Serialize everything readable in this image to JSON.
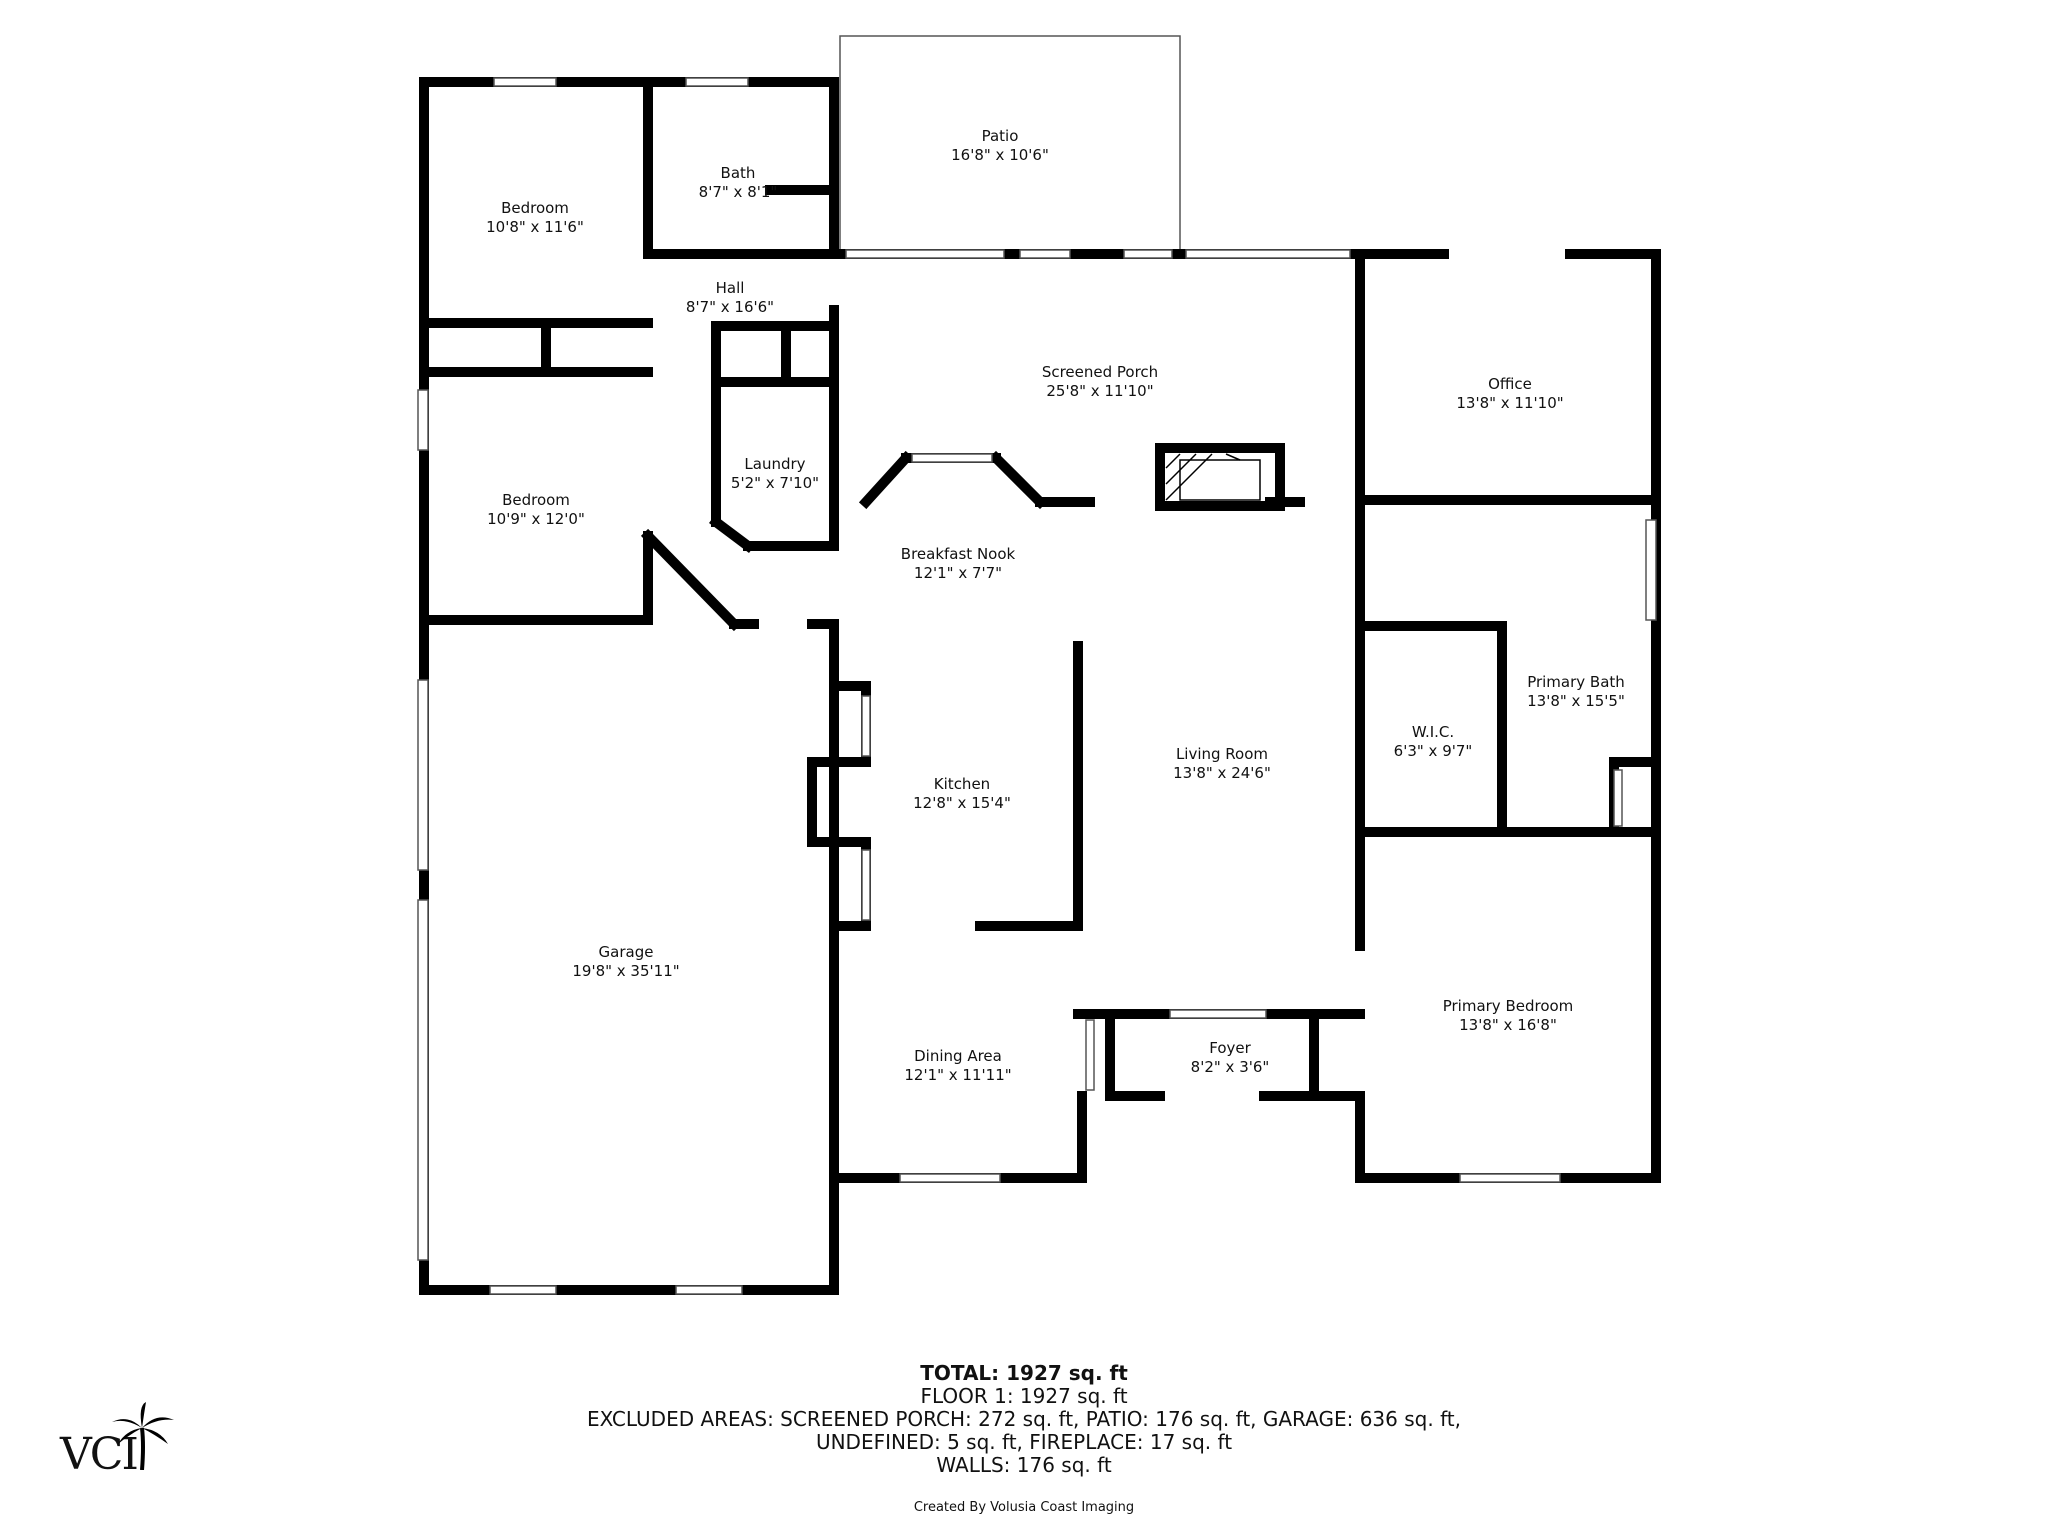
{
  "rooms": [
    {
      "id": "bedroom1",
      "name": "Bedroom",
      "dims": "10'8\" x 11'6\""
    },
    {
      "id": "bath",
      "name": "Bath",
      "dims": "8'7\" x 8'1\""
    },
    {
      "id": "patio",
      "name": "Patio",
      "dims": "16'8\" x 10'6\""
    },
    {
      "id": "hall",
      "name": "Hall",
      "dims": "8'7\" x 16'6\""
    },
    {
      "id": "screened-porch",
      "name": "Screened Porch",
      "dims": "25'8\" x 11'10\""
    },
    {
      "id": "office",
      "name": "Office",
      "dims": "13'8\" x 11'10\""
    },
    {
      "id": "laundry",
      "name": "Laundry",
      "dims": "5'2\" x 7'10\""
    },
    {
      "id": "bedroom2",
      "name": "Bedroom",
      "dims": "10'9\" x 12'0\""
    },
    {
      "id": "breakfast-nook",
      "name": "Breakfast Nook",
      "dims": "12'1\" x 7'7\""
    },
    {
      "id": "primary-bath",
      "name": "Primary Bath",
      "dims": "13'8\" x 15'5\""
    },
    {
      "id": "wic",
      "name": "W.I.C.",
      "dims": "6'3\" x 9'7\""
    },
    {
      "id": "living-room",
      "name": "Living Room",
      "dims": "13'8\" x 24'6\""
    },
    {
      "id": "kitchen",
      "name": "Kitchen",
      "dims": "12'8\" x 15'4\""
    },
    {
      "id": "garage",
      "name": "Garage",
      "dims": "19'8\" x 35'11\""
    },
    {
      "id": "primary-bedroom",
      "name": "Primary Bedroom",
      "dims": "13'8\" x 16'8\""
    },
    {
      "id": "foyer",
      "name": "Foyer",
      "dims": "8'2\" x 3'6\""
    },
    {
      "id": "dining-area",
      "name": "Dining Area",
      "dims": "12'1\" x 11'11\""
    }
  ],
  "summary": {
    "total": "TOTAL: 1927 sq. ft",
    "floor": "FLOOR 1: 1927 sq. ft",
    "excluded_1": "EXCLUDED AREAS: SCREENED PORCH: 272 sq. ft, PATIO: 176 sq. ft, GARAGE: 636 sq. ft,",
    "excluded_2": "UNDEFINED: 5 sq. ft, FIREPLACE: 17 sq. ft",
    "walls": "WALLS: 176 sq. ft"
  },
  "credit": "Created By Volusia Coast Imaging",
  "logo": {
    "text": "VCI",
    "icon": "palm-tree-icon"
  },
  "colors": {
    "wall": "#000000",
    "window": "#ffffff",
    "background": "#ffffff"
  }
}
